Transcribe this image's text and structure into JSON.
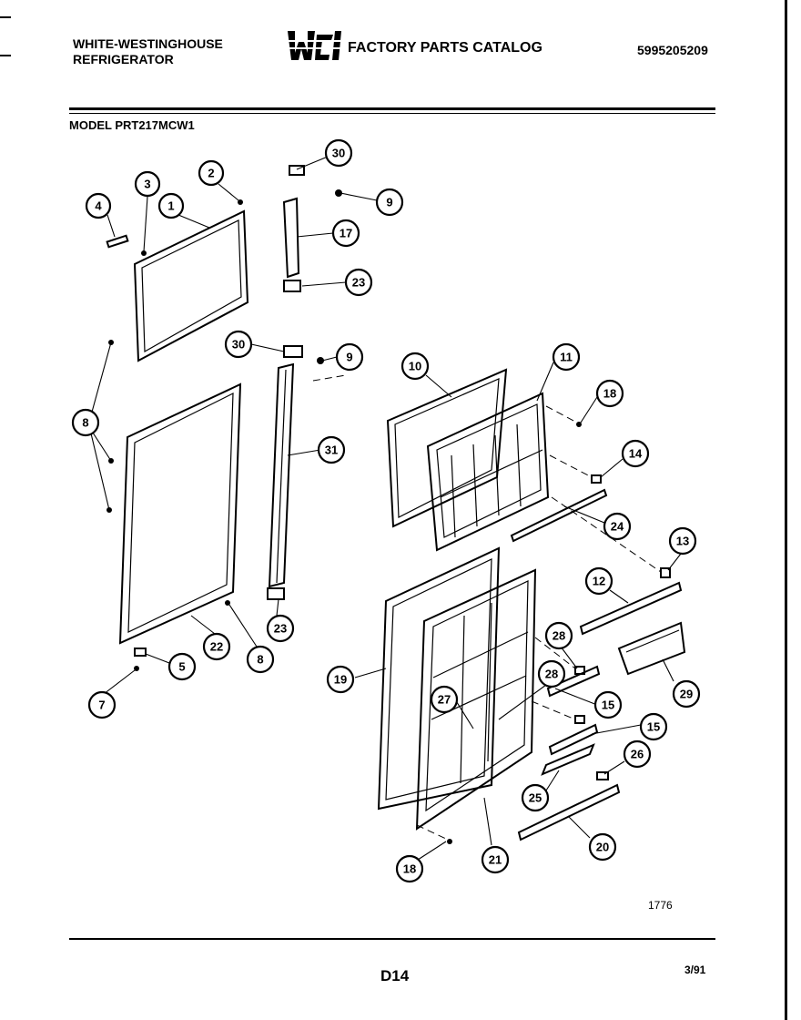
{
  "header": {
    "brand_line1": "WHITE-WESTINGHOUSE",
    "brand_line2": "REFRIGERATOR",
    "logo_text": "WCI",
    "catalog_title": "FACTORY PARTS CATALOG",
    "catalog_number": "5995205209"
  },
  "model_label": "MODEL PRT217MCW1",
  "callouts": [
    "30",
    "9",
    "17",
    "23",
    "3",
    "2",
    "4",
    "1",
    "30",
    "9",
    "10",
    "11",
    "18",
    "8",
    "31",
    "14",
    "24",
    "13",
    "12",
    "23",
    "28",
    "29",
    "28",
    "22",
    "8",
    "5",
    "7",
    "19",
    "27",
    "15",
    "15",
    "26",
    "25",
    "20",
    "18",
    "21"
  ],
  "footer": {
    "drawing_number": "1776",
    "page_label": "D14",
    "date": "3/91"
  }
}
